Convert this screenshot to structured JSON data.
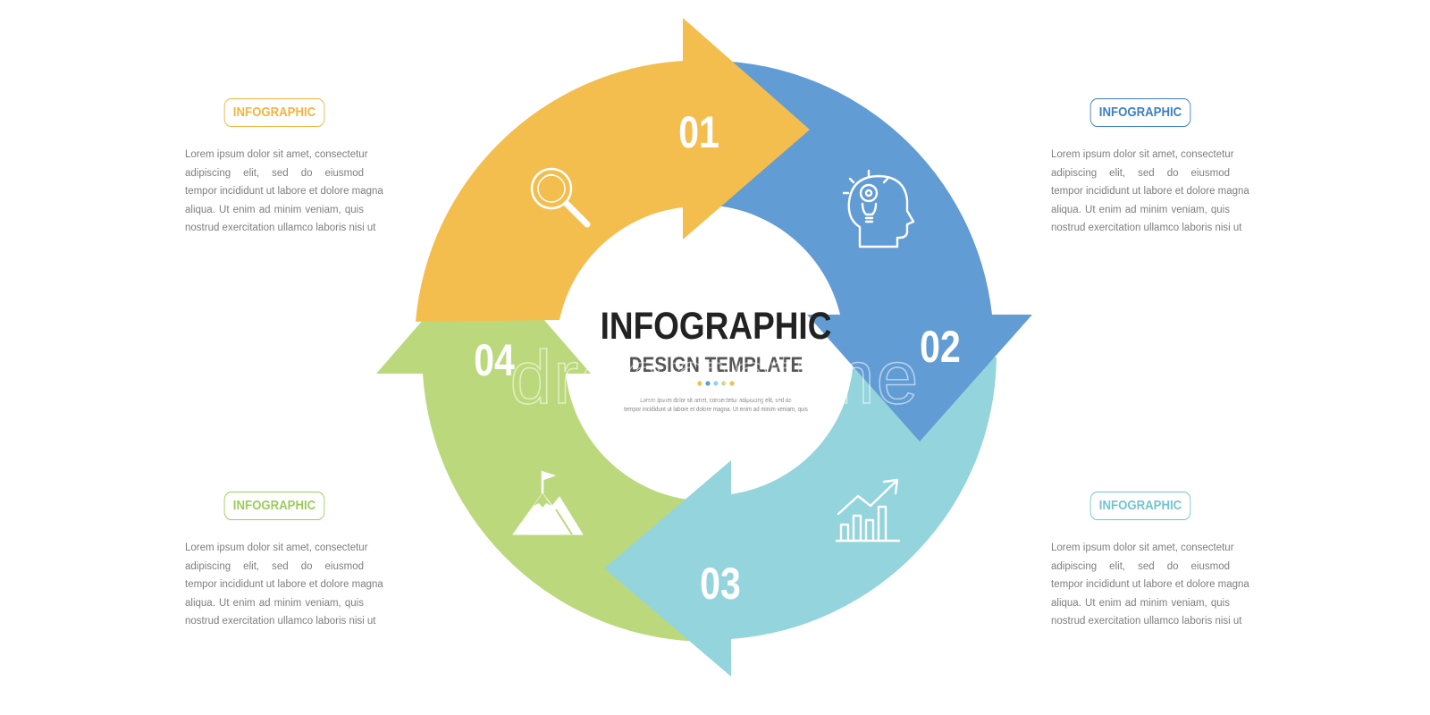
{
  "center": {
    "title": "INFOGRAPHIC",
    "subtitle": "DESIGN TEMPLATE",
    "caption_line1": "Lorem ipsum dolor sit amet, consectetur adipiscing elit, sed do",
    "caption_line2": "tempor incididunt ut labore et dolore magna. Ut enim ad minim veniam, quis"
  },
  "steps": [
    {
      "number": "01",
      "color": "#f4be4e",
      "icon": "magnifier-icon"
    },
    {
      "number": "02",
      "color": "#629cd4",
      "icon": "idea-head-icon"
    },
    {
      "number": "03",
      "color": "#94d4dc",
      "icon": "growth-chart-icon"
    },
    {
      "number": "04",
      "color": "#bbd97c",
      "icon": "mountain-flag-icon"
    }
  ],
  "dots": [
    "#f4be4e",
    "#629cd4",
    "#94d4dc",
    "#bbd97c",
    "#f4be4e"
  ],
  "panels": {
    "top_left": {
      "label": "INFOGRAPHIC",
      "lines": [
        "Lorem ipsum dolor sit amet, consectetur",
        "adipiscing elit, sed do eiusmod",
        "tempor incididunt ut labore et dolore magna",
        "aliqua. Ut enim ad minim veniam, quis",
        "nostrud exercitation ullamco laboris nisi ut"
      ]
    },
    "top_right": {
      "label": "INFOGRAPHIC",
      "lines": [
        "Lorem ipsum dolor sit amet, consectetur",
        "adipiscing elit, sed do eiusmod",
        "tempor incididunt ut labore et dolore magna",
        "aliqua. Ut enim ad minim veniam, quis",
        "nostrud exercitation ullamco laboris nisi ut"
      ]
    },
    "bottom_left": {
      "label": "INFOGRAPHIC",
      "lines": [
        "Lorem ipsum dolor sit amet, consectetur",
        "adipiscing elit, sed do eiusmod",
        "tempor incididunt ut labore et dolore magna",
        "aliqua. Ut enim ad minim veniam, quis",
        "nostrud exercitation ullamco laboris nisi ut"
      ]
    },
    "bottom_right": {
      "label": "INFOGRAPHIC",
      "lines": [
        "Lorem ipsum dolor sit amet, consectetur",
        "adipiscing elit, sed do eiusmod",
        "tempor incididunt ut labore et dolore magna",
        "aliqua. Ut enim ad minim veniam, quis",
        "nostrud exercitation ullamco laboris nisi ut"
      ]
    }
  },
  "watermark": "dreamstime"
}
